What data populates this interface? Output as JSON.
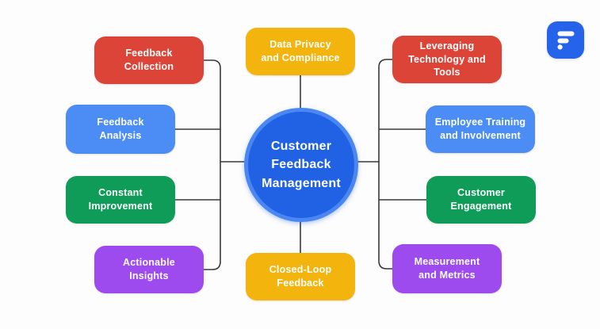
{
  "canvas": {
    "background": "#fdfdfd",
    "connector_color": "#3a3a3a"
  },
  "center": {
    "label": "Customer\nFeedback\nManagement",
    "fill": "#2161e4",
    "ring": "#4b87f2",
    "text_color": "#ffffff"
  },
  "nodes": [
    {
      "label": "Feedback\nCollection",
      "color": "#db4437"
    },
    {
      "label": "Feedback\nAnalysis",
      "color": "#4c8df5"
    },
    {
      "label": "Constant\nImprovement",
      "color": "#0f9c58"
    },
    {
      "label": "Actionable\nInsights",
      "color": "#9d4bee"
    },
    {
      "label": "Data Privacy\nand Compliance",
      "color": "#f2b40d"
    },
    {
      "label": "Closed-Loop\nFeedback",
      "color": "#f2b40d"
    },
    {
      "label": "Leveraging\nTechnology and\nTools",
      "color": "#db4437"
    },
    {
      "label": "Employee Training\nand Involvement",
      "color": "#4c8df5"
    },
    {
      "label": "Customer\nEngagement",
      "color": "#0f9c58"
    },
    {
      "label": "Measurement\nand Metrics",
      "color": "#9d4bee"
    }
  ],
  "logo": {
    "background": "#2563eb",
    "glyph_color": "#ffffff",
    "glyph": "stylized-f"
  }
}
